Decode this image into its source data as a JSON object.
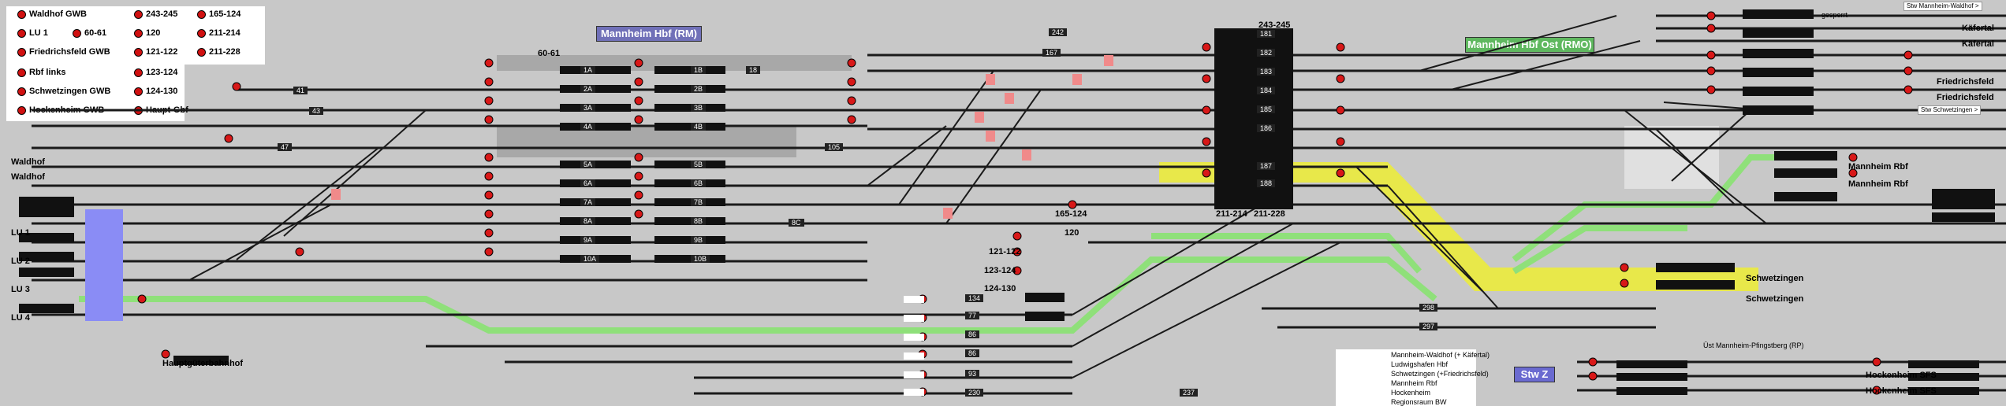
{
  "legend": {
    "col1": [
      "Waldhof GWB",
      "LU 1",
      "Friedrichsfeld GWB",
      "Rbf links",
      "Schwetzingen GWB",
      "Hockenheim GWB"
    ],
    "col2": [
      "243-245",
      "120",
      "121-122",
      "123-124",
      "124-130",
      "Haupt-Gbf"
    ],
    "col2b": [
      "60-61"
    ],
    "col3": [
      "165-124",
      "211-214",
      "211-228"
    ]
  },
  "headers": {
    "mannheim_hbf": "Mannheim Hbf (RM)",
    "mannheim_hbf_ost": "Mannheim Hbf Ost (RMO)",
    "stw": "Stw Z"
  },
  "labels": {
    "waldhof1": "Waldhof",
    "waldhof2": "Waldhof",
    "lu1": "LU 1",
    "lu2": "LU 2",
    "lu3": "LU 3",
    "lu4": "LU 4",
    "haupt_gbf": "Hauptgüterbahnhof",
    "l_60_61": "60-61",
    "l_243_245": "243-245",
    "l_165_124": "165-124",
    "l_120": "120",
    "l_121_122": "121-122",
    "l_123_124": "123-124",
    "l_124_130": "124-130",
    "l_211_214": "211-214",
    "l_211_228": "211-228",
    "kafertal1": "Käfertal",
    "kafertal2": "Käfertal",
    "friedrichsfeld1": "Friedrichsfeld",
    "friedrichsfeld2": "Friedrichsfeld",
    "mannheim_rbf1": "Mannheim Rbf",
    "mannheim_rbf2": "Mannheim Rbf",
    "schwetzingen1": "Schwetzingen",
    "schwetzingen2": "Schwetzingen",
    "hockenheim_sfs1": "Hockenheim SFS",
    "hockenheim_sfs2": "Hockenheim SFS",
    "stw_waldhof": "Stw Mannheim-Waldhof >",
    "stw_schwetzingen": "Stw Schwetzingen >",
    "gesperrt": "gesperrt",
    "ust_pfingstberg": "Üst Mannheim-Pfingstberg (RP)"
  },
  "tracks": {
    "platform_ids": [
      "1A",
      "1B",
      "2A",
      "2B",
      "3A",
      "3B",
      "4A",
      "4B",
      "5A",
      "5B",
      "6A",
      "6B",
      "7A",
      "7B",
      "8A",
      "8B",
      "9A",
      "9B",
      "10A",
      "10B"
    ],
    "rbf_ids": [
      "181",
      "182",
      "183",
      "184",
      "185",
      "186",
      "187",
      "188"
    ],
    "lower_ids": [
      "134",
      "77",
      "86",
      "86",
      "93",
      "230"
    ],
    "misc_ids": [
      "41",
      "43",
      "47",
      "105",
      "167",
      "242",
      "18",
      "8C",
      "298",
      "297",
      "237"
    ]
  },
  "info_box": {
    "lines": [
      "Mannheim-Waldhof (+ Käfertal)",
      "Ludwigshafen Hbf",
      "Schwetzingen (+Friedrichsfeld)",
      "Mannheim Rbf",
      "Hockenheim",
      "Regionsraum BW"
    ]
  },
  "colors": {
    "background": "#c8c8c8",
    "hbf_header": "#7070b8",
    "ost_header": "#5fb85f",
    "stw_header": "#6a6ad0",
    "signal_red": "#d81818",
    "route_green": "#8fe07a",
    "route_yellow": "#e8e84a"
  }
}
